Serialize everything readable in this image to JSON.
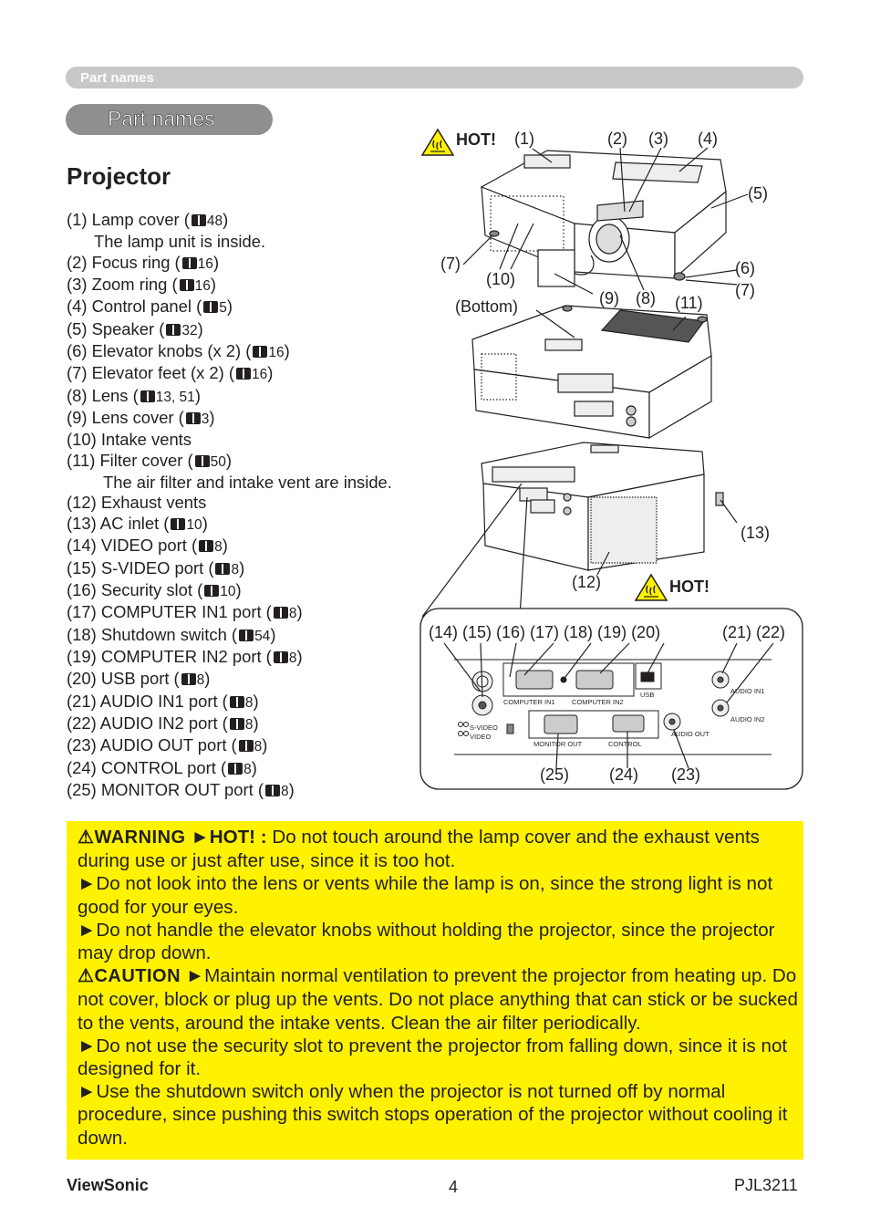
{
  "header": {
    "section": "Part names"
  },
  "title_pill": "Part names",
  "heading": "Projector",
  "parts": [
    {
      "text": "(1) Lamp cover (",
      "page": "48",
      "tail": ")"
    },
    {
      "text": "The lamp unit is inside.",
      "indent": true
    },
    {
      "text": "(2) Focus ring (",
      "page": "16",
      "tail": ")"
    },
    {
      "text": "(3) Zoom ring (",
      "page": "16",
      "tail": ")"
    },
    {
      "text": "(4) Control panel (",
      "page": "5",
      "tail": ")"
    },
    {
      "text": "(5) Speaker (",
      "page": "32",
      "tail": ")"
    },
    {
      "text": "(6) Elevator knobs (x 2) (",
      "page": "16",
      "tail": ")"
    },
    {
      "text": "(7) Elevator feet  (x 2) (",
      "page": "16",
      "tail": ")"
    },
    {
      "text": "(8) Lens (",
      "page": "13, 51",
      "tail": ")"
    },
    {
      "text": "(9) Lens cover (",
      "page": "3",
      "tail": ")"
    },
    {
      "text": "(10) Intake vents"
    },
    {
      "text": "(11) Filter cover (",
      "page": "50",
      "tail": ")"
    },
    {
      "text": "The air filter and intake vent are inside.",
      "indent": true
    },
    {
      "text": "(12) Exhaust vents"
    },
    {
      "text": "(13) AC inlet (",
      "page": "10",
      "tail": ")"
    },
    {
      "text": "(14) VIDEO port (",
      "page": "8",
      "tail": ")"
    },
    {
      "text": "(15) S-VIDEO port (",
      "page": "8",
      "tail": ")"
    },
    {
      "text": "(16) Security slot (",
      "page": "10",
      "tail": ")"
    },
    {
      "text": "(17) COMPUTER IN1 port (",
      "page": "8",
      "tail": ")"
    },
    {
      "text": "(18) Shutdown switch (",
      "page": "54",
      "tail": ")"
    },
    {
      "text": "(19) COMPUTER IN2 port (",
      "page": "8",
      "tail": ")"
    },
    {
      "text": "(20) USB port (",
      "page": "8",
      "tail": ")"
    },
    {
      "text": "(21) AUDIO IN1 port (",
      "page": "8",
      "tail": ")"
    },
    {
      "text": "(22) AUDIO IN2 port (",
      "page": "8",
      "tail": ")"
    },
    {
      "text": "(23) AUDIO OUT port (",
      "page": "8",
      "tail": ")"
    },
    {
      "text": "(24) CONTROL port (",
      "page": "8",
      "tail": ")"
    },
    {
      "text": "(25) MONITOR OUT port (",
      "page": "8",
      "tail": ")"
    }
  ],
  "diagram": {
    "hot": "HOT!",
    "bottom": "(Bottom)",
    "callouts": {
      "c1": "(1)",
      "c2": "(2)",
      "c3": "(3)",
      "c4": "(4)",
      "c5": "(5)",
      "c6": "(6)",
      "c7a": "(7)",
      "c7b": "(7)",
      "c8": "(8)",
      "c9": "(9)",
      "c10": "(10)",
      "c11": "(11)",
      "c12": "(12)",
      "c13": "(13)",
      "row_top": "(14) (15) (16) (17) (18) (19) (20)",
      "row_right": "(21) (22)",
      "c25": "(25)",
      "c24": "(24)",
      "c23": "(23)"
    },
    "port_labels": {
      "computer_in1": "COMPUTER IN1",
      "computer_in2": "COMPUTER IN2",
      "usb": "USB",
      "audio_in1": "AUDIO IN1",
      "audio_in2": "AUDIO IN2",
      "svideo": "S-VIDEO",
      "video": "VIDEO",
      "monitor_out": "MONITOR OUT",
      "control": "CONTROL",
      "audio_out": "AUDIO OUT"
    }
  },
  "warning": {
    "warning_tag": "WARNING",
    "p1_lead": " ►HOT! : ",
    "p1": "Do not touch around the lamp cover and the exhaust vents during use or just after use, since it is too hot.",
    "p2": "►Do not look into the lens or vents while the lamp is on, since the strong light is not good for your eyes.",
    "p3": "►Do not handle the elevator knobs without holding the projector, since the projector may drop down.",
    "caution_tag": "CAUTION",
    "p4": " ►Maintain normal ventilation to prevent the projector from heating up. Do not cover, block or plug up the vents. Do not place anything that can stick or be sucked to the vents, around the intake vents. Clean the air filter periodically.",
    "p5": "►Do not use the security slot to prevent the projector from falling down, since it is not designed for it.",
    "p6": "►Use the shutdown switch only when the projector is not turned off by normal procedure, since pushing this switch stops operation of the projector without cooling it down."
  },
  "footer": {
    "brand": "ViewSonic",
    "page": "4",
    "model": "PJL3211"
  },
  "colors": {
    "warning_bg": "#fff200",
    "header_bar": "#c8c8c8",
    "title_pill": "#8f8f8f"
  }
}
